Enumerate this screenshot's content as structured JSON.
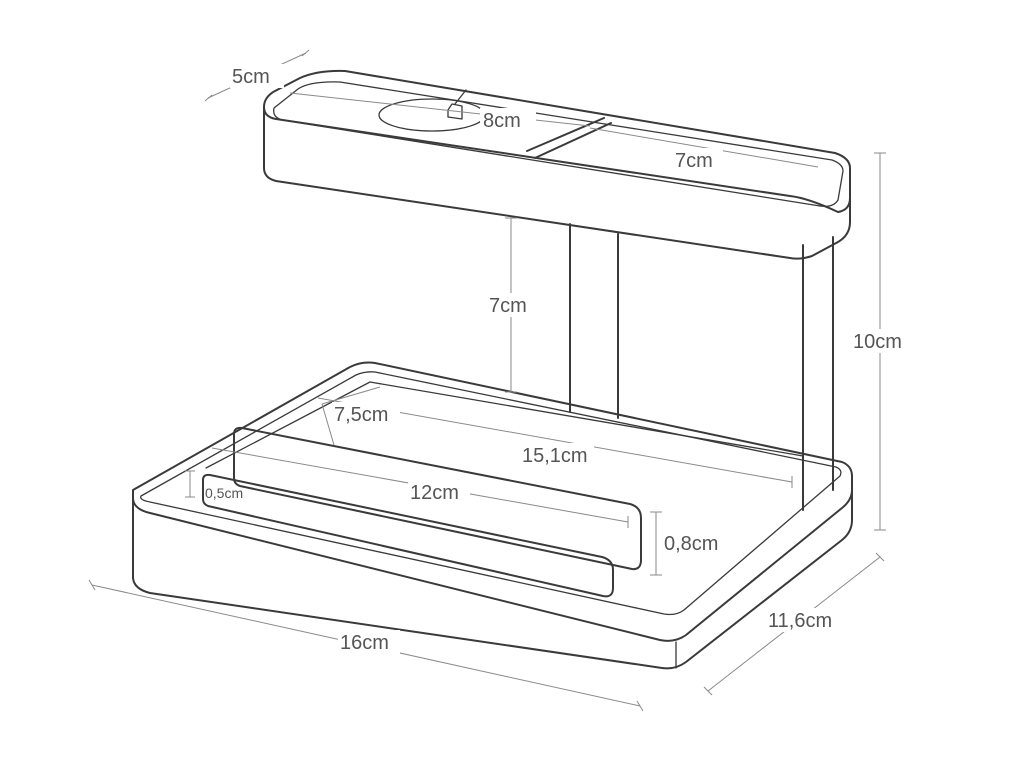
{
  "labels": {
    "top_depth": "5cm",
    "top_slot_long": "8cm",
    "top_slot_short": "7cm",
    "pillar_height": "7cm",
    "total_height": "10cm",
    "tray_inner_depth": "7,5cm",
    "tray_inner_length": "15,1cm",
    "front_panel_length": "12cm",
    "low_divider_height": "0,5cm",
    "panel_height": "0,8cm",
    "base_length": "16cm",
    "base_depth": "11,6cm"
  }
}
